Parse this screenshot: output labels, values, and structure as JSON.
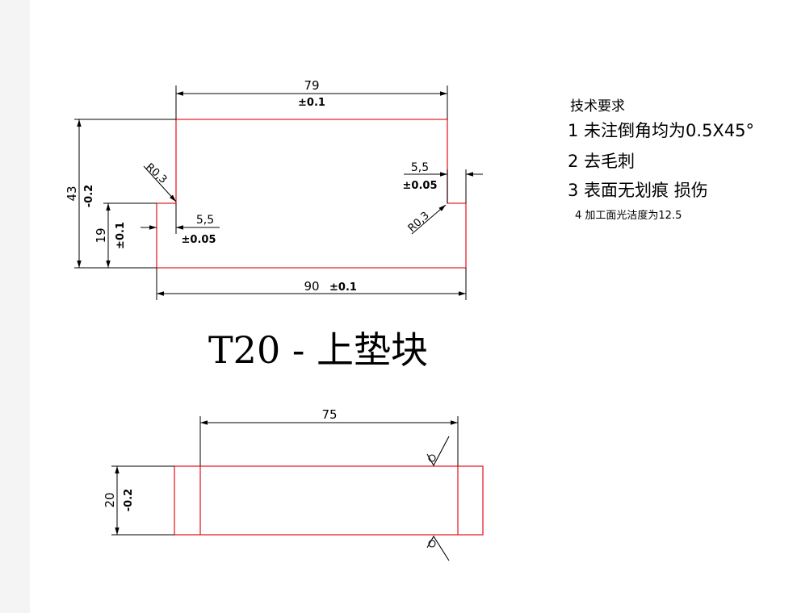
{
  "drawing_title": "T20 - 上垫块",
  "tech_requirements": {
    "heading": "技术要求",
    "items": [
      "1 未注倒角均为0.5X45°",
      "2 去毛刺",
      "3 表面无划痕  损伤",
      "4  加工面光洁度为12.5"
    ]
  },
  "front_view": {
    "dim_top_value": "79",
    "dim_top_tol": "±0.1",
    "dim_bottom_value": "90",
    "dim_bottom_tol": "±0.1",
    "dim_height_value": "43",
    "dim_height_tol": "-0.2",
    "dim_step_value": "19",
    "dim_step_tol": "±0.1",
    "dim_left_notch_value": "5,5",
    "dim_left_notch_tol": "±0.05",
    "dim_right_notch_value": "5,5",
    "dim_right_notch_tol": "±0.05",
    "radius_left": "R0,3",
    "radius_right": "R0,3"
  },
  "side_view": {
    "dim_width_value": "75",
    "dim_height_value": "20",
    "dim_height_tol": "-0.2"
  },
  "colors": {
    "outline": "#e8202a",
    "dimension": "#000000",
    "background": "#ffffff"
  }
}
